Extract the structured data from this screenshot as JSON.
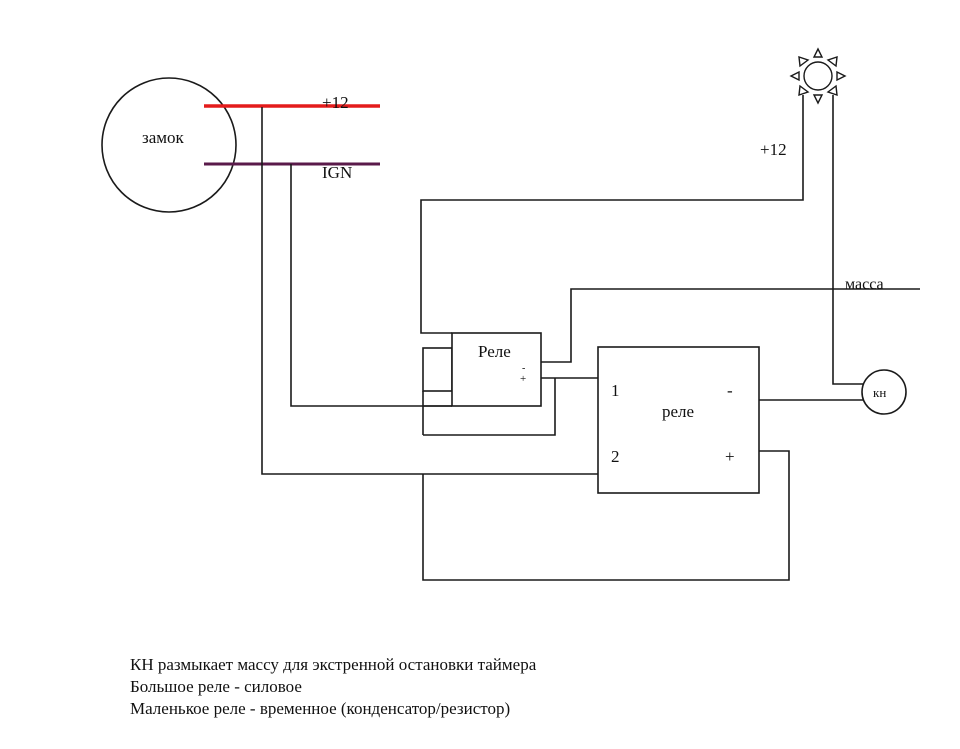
{
  "diagram": {
    "ignition_switch": {
      "label": "замок"
    },
    "wires": {
      "plus12_top": {
        "label": "+12",
        "color": "#e41b1b"
      },
      "ign": {
        "label": "IGN",
        "color": "#5a1a4a"
      },
      "plus12_lamp": {
        "label": "+12"
      },
      "ground": {
        "label": "масса"
      }
    },
    "small_relay": {
      "label": "Реле",
      "minus": "-",
      "plus": "+"
    },
    "big_relay": {
      "label": "реле",
      "pin1": "1",
      "pin2": "2",
      "minus": "-",
      "plus": "+"
    },
    "button": {
      "label": "кн"
    },
    "lamp": {
      "icon": "sun-lamp-icon"
    }
  },
  "notes": [
    "КН размыкает массу для экстренной остановки таймера",
    "Большое реле - силовое",
    "Маленькое реле - временное (конденсатор/резистор)"
  ]
}
